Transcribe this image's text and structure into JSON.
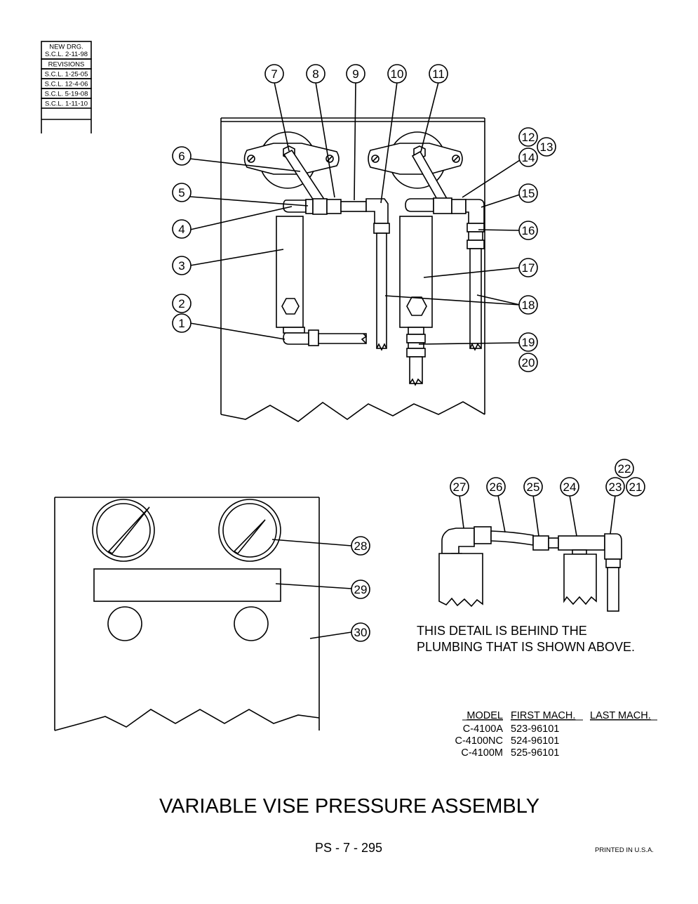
{
  "revision_block": {
    "new_drawing": [
      "NEW DRG.",
      "S.C.L. 2-11-98"
    ],
    "header": "REVISIONS",
    "entries": [
      "S.C.L. 1-25-05",
      "S.C.L. 12-4-06",
      "S.C.L. 5-19-08",
      "S.C.L. 1-11-10"
    ]
  },
  "callouts": [
    "1",
    "2",
    "3",
    "4",
    "5",
    "6",
    "7",
    "8",
    "9",
    "10",
    "11",
    "12",
    "13",
    "14",
    "15",
    "16",
    "17",
    "18",
    "19",
    "20",
    "21",
    "22",
    "23",
    "24",
    "25",
    "26",
    "27",
    "28",
    "29",
    "30"
  ],
  "detail_note": [
    "THIS DETAIL IS BEHIND THE",
    "PLUMBING THAT IS SHOWN ABOVE."
  ],
  "model_table": {
    "headers": [
      "MODEL",
      "FIRST MACH.",
      "LAST MACH."
    ],
    "rows": [
      [
        "C-4100A",
        "523-96101",
        ""
      ],
      [
        "C-4100NC",
        "524-96101",
        ""
      ],
      [
        "C-4100M",
        "525-96101",
        ""
      ]
    ]
  },
  "title": "VARIABLE VISE PRESSURE ASSEMBLY",
  "page_number": "PS - 7 - 295",
  "printed_note": "PRINTED IN U.S.A."
}
